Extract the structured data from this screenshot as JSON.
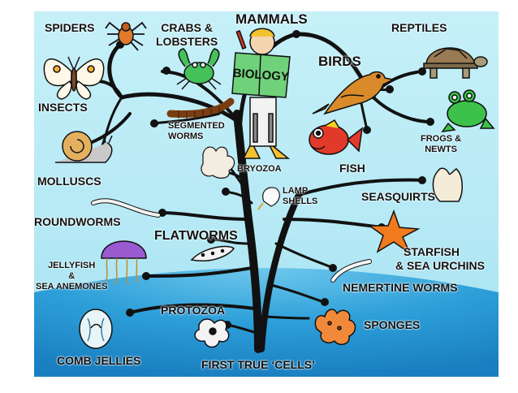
{
  "labels": {
    "spiders": "SPIDERS",
    "crabs_line1": "CRABS &",
    "crabs_line2": "LOBSTERS",
    "mammals": "MAMMALS",
    "reptiles": "REPTILES",
    "insects": "INSECTS",
    "birds": "BIRDS",
    "segmented_line1": "SEGMENTED",
    "segmented_line2": "WORMS",
    "frogs_line1": "FROGS &",
    "frogs_line2": "NEWTS",
    "molluscs": "MOLLUSCS",
    "bryozoa": "BRYOZOA",
    "fish": "FISH",
    "lamp_line1": "LAMP",
    "lamp_line2": "SHELLS",
    "seasquirts": "SEASQUIRTS",
    "roundworms": "ROUNDWORMS",
    "flatworms": "FLATWORMS",
    "starfish_line1": "STARFISH",
    "starfish_line2": "& SEA URCHINS",
    "jelly_line1": "JELLYFISH",
    "jelly_line2": "&",
    "jelly_line3": "SEA ANEMONES",
    "nemertine": "NEMERTINE WORMS",
    "protozoa": "PROTOZOA",
    "sponges": "SPONGES",
    "comb_jellies": "COMB JELLIES",
    "first_cells": "FIRST TRUE ‘CELLS’"
  },
  "book_title": "BIOLOGY",
  "icons": [
    "spider-icon",
    "crab-icon",
    "butterfly-icon",
    "reader-icon",
    "turtle-icon",
    "bird-icon",
    "worm-icon",
    "frog-icon",
    "snail-icon",
    "bryozoa-icon",
    "fish-icon",
    "lamp-shell-icon",
    "seasquirt-icon",
    "roundworm-icon",
    "flatworm-icon",
    "starfish-icon",
    "jellyfish-icon",
    "nemertine-icon",
    "protozoa-icon",
    "sponge-icon",
    "comb-jelly-icon"
  ],
  "colors": {
    "sky": "#b9ecf6",
    "sea": "#2b9fd8",
    "tree": "#111111",
    "book": "#6fd27a",
    "fish": "#e23a2a",
    "starfish": "#f07a1e",
    "frog": "#3cc24a",
    "bird": "#d98a2a"
  }
}
